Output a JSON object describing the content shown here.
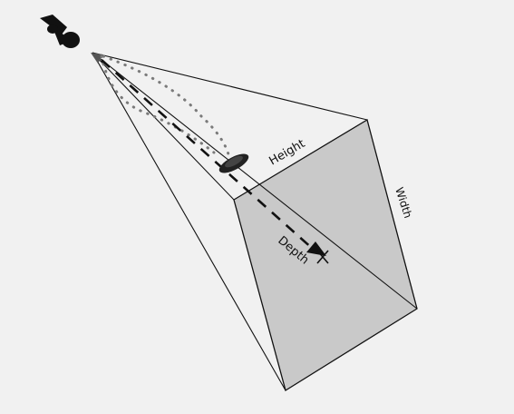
{
  "diagram": {
    "labels": {
      "height": "Height",
      "width": "Width",
      "depth": "Depth"
    },
    "colors": {
      "background": "#f1f1f1",
      "face_fill": "#c9c9c9",
      "line": "#111111",
      "dots": "#7a7a7a"
    },
    "icons": [
      "satellite-icon",
      "sensor-footprint-icon",
      "target-x-icon"
    ]
  }
}
